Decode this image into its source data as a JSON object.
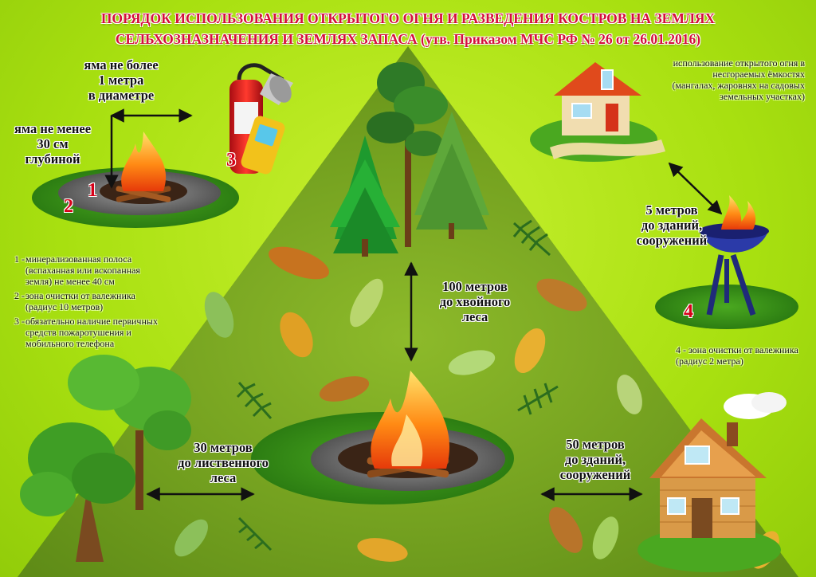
{
  "title": {
    "line1": "ПОРЯДОК ИСПОЛЬЗОВАНИЯ ОТКРЫТОГО ОГНЯ И РАЗВЕДЕНИЯ КОСТРОВ НА ЗЕМЛЯХ",
    "line2": "СЕЛЬХОЗНАЗНАЧЕНИЯ И ЗЕМЛЯХ ЗАПАСА (утв. Приказом МЧС РФ № 26 от 26.01.2016)"
  },
  "pit": {
    "diameter": "яма не более\n1 метра\nв диаметре",
    "depth": "яма не менее\n30 см\nглубиной"
  },
  "numbers": {
    "n1": "1",
    "n2": "2",
    "n3": "3",
    "n4": "4"
  },
  "legend": [
    {
      "key": "1 -",
      "text": "минерализованная полоса (вспаханная или вскопанная земля) не менее 40 см"
    },
    {
      "key": "2 -",
      "text": "зона очистки от валежника (радиус 10 метров)"
    },
    {
      "key": "3 -",
      "text": "обязательно наличие первичных средств пожаротушения и мобильного телефона"
    }
  ],
  "distances": {
    "conifer": "100 метров\nдо хвойного\nлеса",
    "deciduous": "30 метров\nдо лиственного\nлеса",
    "buildings_main": "50 метров\nдо зданий,\nсооружений",
    "buildings_grill": "5 метров\nдо зданий,\nсооружений"
  },
  "right_info": {
    "containers": "использование открытого огня в несгораемых ёмкостях (мангалах, жаровнях на садовых земельных участках)",
    "zone4": "4 - зона очистки от валежника (радиус 2 метра)"
  },
  "icons": {
    "fire": "campfire-icon",
    "extinguisher": "fire-extinguisher-icon",
    "phone": "mobile-phone-icon",
    "grill": "barbecue-grill-icon",
    "house": "house-icon",
    "tree": "tree-icon"
  },
  "colors": {
    "background": "#a8e010",
    "triangle": "#6f9d1c",
    "title_red": "#d40f3a",
    "number_red": "#d60018"
  }
}
